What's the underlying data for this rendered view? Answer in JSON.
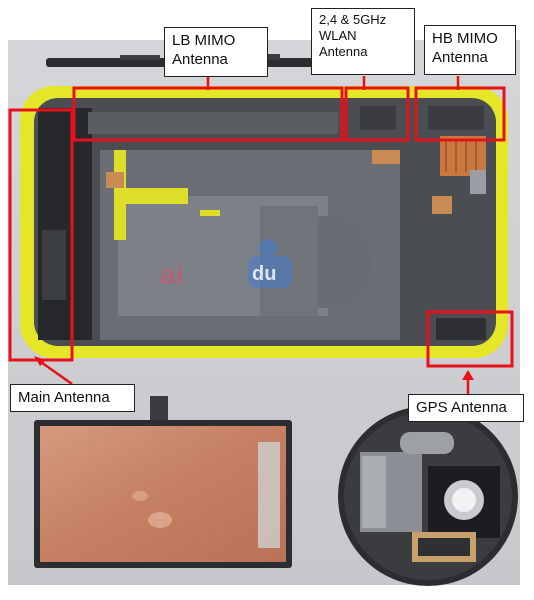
{
  "labels": {
    "lb_mimo": "LB MIMO\nAntenna",
    "wlan": "2,4 & 5GHz\nWLAN\nAntenna",
    "hb_mimo": "HB MIMO\nAntenna",
    "main": "Main Antenna",
    "gps": "GPS Antenna"
  },
  "colors": {
    "highlight": "#e8111a",
    "frame_yellow": "#e6e628",
    "chassis": "#4a4d52",
    "copper": "#c9866a"
  }
}
